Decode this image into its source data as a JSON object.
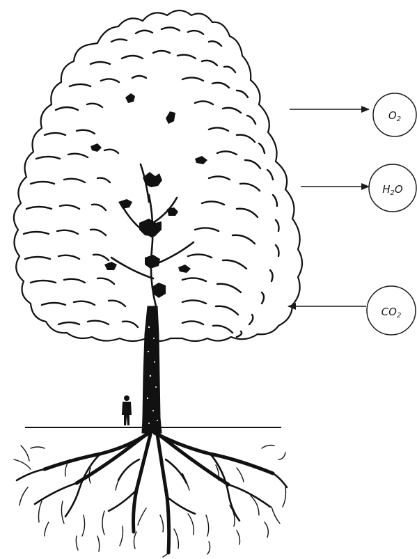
{
  "diagram": {
    "labels": [
      {
        "id": "o2",
        "base": "O",
        "sub": "2",
        "tail": "",
        "direction": "out"
      },
      {
        "id": "h2o",
        "base": "H",
        "sub": "2",
        "tail": "O",
        "direction": "out"
      },
      {
        "id": "co2",
        "base": "CO",
        "sub": "2",
        "tail": "",
        "direction": "in"
      }
    ]
  }
}
